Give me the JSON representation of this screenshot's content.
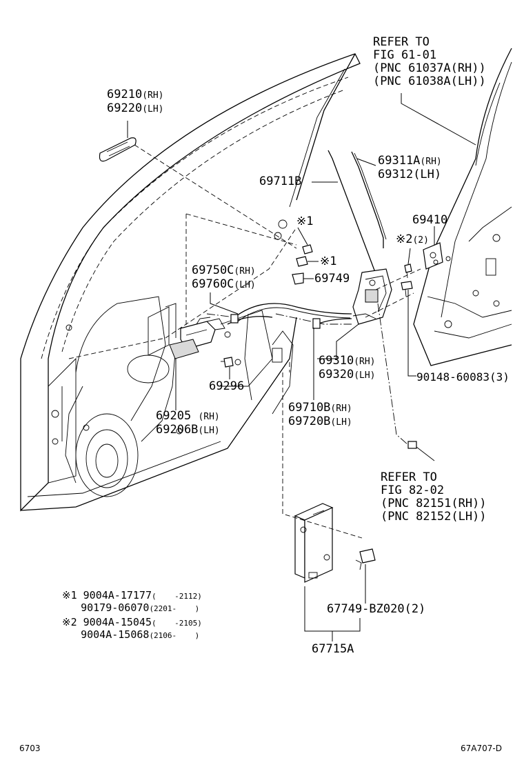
{
  "callouts": {
    "refer_fig61": {
      "line1": "REFER TO",
      "line2": "FIG 61-01",
      "line3": "(PNC 61037A(RH))",
      "line4": "(PNC 61038A(LH))"
    },
    "handle_inside": {
      "pn1": "69210",
      "side1": "(RH)",
      "pn2": "69220",
      "side2": "(LH)"
    },
    "rod_upper": {
      "pn1": "69311A",
      "side1": "(RH)",
      "pn2": "69312",
      "side2": "(LH)"
    },
    "rod_711b": {
      "pn": "69711B"
    },
    "striker": {
      "pn": "69410"
    },
    "mark1_a": {
      "text": "※1"
    },
    "mark1_b": {
      "text": "※1"
    },
    "mark2": {
      "mark": "※2",
      "qty": "(2)"
    },
    "cable_750c": {
      "pn1": "69750C",
      "side1": "(RH)",
      "pn2": "69760C",
      "side2": "(LH)"
    },
    "clip_749": {
      "pn": "69749"
    },
    "lock_assy": {
      "pn1": "69310",
      "side1": "(RH)",
      "pn2": "69320",
      "side2": "(LH)"
    },
    "screw_90148": {
      "text": "90148-60083(3)"
    },
    "bolt_296": {
      "pn": "69296"
    },
    "handle_outside": {
      "pn1": "69205",
      "side1": "(RH)",
      "pn2": "69206B",
      "side2": "(LH)"
    },
    "cable_710b": {
      "pn1": "69710B",
      "side1": "(RH)",
      "pn2": "69720B",
      "side2": "(LH)"
    },
    "refer_fig82": {
      "line1": "REFER TO",
      "line2": "FIG 82-02",
      "line3": "(PNC 82151(RH))",
      "line4": "(PNC 82152(LH))"
    },
    "clip_67749": {
      "text": "67749-BZ020(2)"
    },
    "module_67715a": {
      "pn": "67715A"
    }
  },
  "notes": {
    "n1": {
      "mark": "※1",
      "row1_pn": "9004A-17177",
      "row1_range": "(    -2112)",
      "row2_pn": "90179-06070",
      "row2_range": "(2201-    )"
    },
    "n2": {
      "mark": "※2",
      "row1_pn": "9004A-15045",
      "row1_range": "(    -2105)",
      "row2_pn": "9004A-15068",
      "row2_range": "(2106-    )"
    }
  },
  "footer": {
    "left": "6703",
    "right": "67A707-D"
  }
}
